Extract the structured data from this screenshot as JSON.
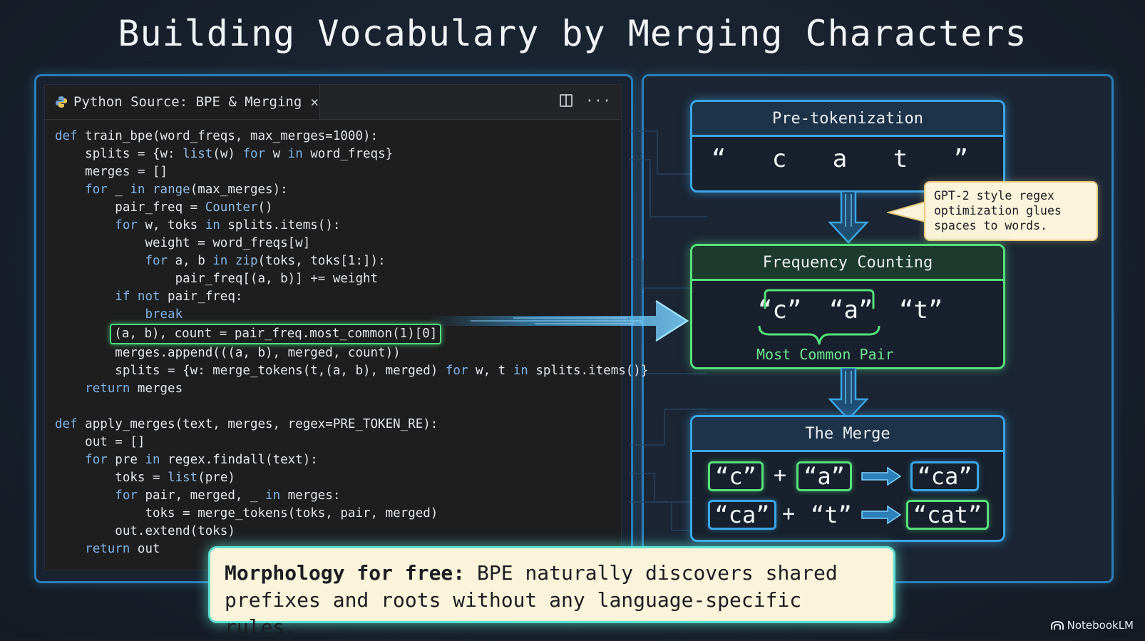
{
  "title": "Building Vocabulary by Merging Characters",
  "editor": {
    "tab_label": "Python Source: BPE & Merging",
    "close_glyph": "×",
    "more_glyph": "···",
    "code_lines": [
      {
        "indent": 0,
        "parts": [
          [
            "kw",
            "def "
          ],
          [
            "",
            "train_bpe(word_freqs, max_merges=1000):"
          ]
        ]
      },
      {
        "indent": 1,
        "parts": [
          [
            "",
            "splits = {w: "
          ],
          [
            "bi",
            "list"
          ],
          [
            "",
            "(w) "
          ],
          [
            "kw",
            "for"
          ],
          [
            "",
            " w "
          ],
          [
            "kw",
            "in"
          ],
          [
            "",
            " word_freqs}"
          ]
        ]
      },
      {
        "indent": 1,
        "parts": [
          [
            "",
            "merges = []"
          ]
        ]
      },
      {
        "indent": 1,
        "parts": [
          [
            "kw",
            "for"
          ],
          [
            "",
            " _ "
          ],
          [
            "kw",
            "in"
          ],
          [
            "",
            " "
          ],
          [
            "bi",
            "range"
          ],
          [
            "",
            "(max_merges):"
          ]
        ]
      },
      {
        "indent": 2,
        "parts": [
          [
            "",
            "pair_freq = "
          ],
          [
            "bi",
            "Counter"
          ],
          [
            "",
            "()"
          ]
        ]
      },
      {
        "indent": 2,
        "parts": [
          [
            "kw",
            "for"
          ],
          [
            "",
            " w, toks "
          ],
          [
            "kw",
            "in"
          ],
          [
            "",
            " splits.items():"
          ]
        ]
      },
      {
        "indent": 3,
        "parts": [
          [
            "",
            "weight = word_freqs[w]"
          ]
        ]
      },
      {
        "indent": 3,
        "parts": [
          [
            "kw",
            "for"
          ],
          [
            "",
            " a, b "
          ],
          [
            "kw",
            "in"
          ],
          [
            "",
            " "
          ],
          [
            "bi",
            "zip"
          ],
          [
            "",
            "(toks, toks[1:]):"
          ]
        ]
      },
      {
        "indent": 4,
        "parts": [
          [
            "",
            "pair_freq[(a, b)] += weight"
          ]
        ]
      },
      {
        "indent": 2,
        "parts": [
          [
            "kw",
            "if not"
          ],
          [
            "",
            " pair_freq:"
          ]
        ]
      },
      {
        "indent": 3,
        "parts": [
          [
            "kw",
            "break"
          ]
        ]
      },
      {
        "indent": 2,
        "highlight": true,
        "parts": [
          [
            "",
            "(a, b), count = pair_freq.most_common(1)[0]"
          ]
        ]
      },
      {
        "indent": 2,
        "parts": [
          [
            "",
            "merges.append(((a, b), merged, count))"
          ]
        ]
      },
      {
        "indent": 2,
        "parts": [
          [
            "",
            "splits = {w: merge_tokens(t,(a, b), merged) "
          ],
          [
            "kw",
            "for"
          ],
          [
            "",
            " w, t "
          ],
          [
            "kw",
            "in"
          ],
          [
            "",
            " splits.items()}"
          ]
        ]
      },
      {
        "indent": 1,
        "parts": [
          [
            "kw",
            "return"
          ],
          [
            "",
            " merges"
          ]
        ]
      },
      {
        "indent": 0,
        "parts": [
          [
            "",
            ""
          ]
        ]
      },
      {
        "indent": 0,
        "parts": [
          [
            "kw",
            "def "
          ],
          [
            "",
            "apply_merges(text, merges, regex=PRE_TOKEN_RE):"
          ]
        ]
      },
      {
        "indent": 1,
        "parts": [
          [
            "",
            "out = []"
          ]
        ]
      },
      {
        "indent": 1,
        "parts": [
          [
            "kw",
            "for"
          ],
          [
            "",
            " pre "
          ],
          [
            "kw",
            "in"
          ],
          [
            "",
            " regex.findall(text):"
          ]
        ]
      },
      {
        "indent": 2,
        "parts": [
          [
            "",
            "toks = "
          ],
          [
            "bi",
            "list"
          ],
          [
            "",
            "(pre)"
          ]
        ]
      },
      {
        "indent": 2,
        "parts": [
          [
            "kw",
            "for"
          ],
          [
            "",
            " pair, merged, _ "
          ],
          [
            "kw",
            "in"
          ],
          [
            "",
            " merges:"
          ]
        ]
      },
      {
        "indent": 3,
        "parts": [
          [
            "",
            "toks = merge_tokens(toks, pair, merged)"
          ]
        ]
      },
      {
        "indent": 2,
        "parts": [
          [
            "",
            "out.extend(toks)"
          ]
        ]
      },
      {
        "indent": 1,
        "parts": [
          [
            "kw",
            "return"
          ],
          [
            "",
            " out"
          ]
        ]
      }
    ]
  },
  "pretokenization": {
    "title": "Pre-tokenization",
    "chars": "“ c a t ”"
  },
  "callout": "GPT-2 style regex optimization glues spaces to words.",
  "frequency": {
    "title": "Frequency Counting",
    "tokens": [
      "“c”",
      "“a”",
      "“t”"
    ],
    "pair_label": "Most Common Pair"
  },
  "merge": {
    "title": "The Merge",
    "row1": {
      "left": "“c”",
      "op": "+",
      "right": "“a”",
      "result": "“ca”"
    },
    "row2": {
      "left": "“ca”",
      "op": "+",
      "right": "“t”",
      "result": "“cat”"
    }
  },
  "footer": {
    "bold": "Morphology for free:",
    "text": " BPE naturally discovers shared prefixes and roots without any language-specific rules."
  },
  "brand": "NotebookLM",
  "colors": {
    "blue": "#3ba6e6",
    "green": "#56e07d",
    "cyan": "#5be0d0",
    "cream": "#fbf3da"
  }
}
